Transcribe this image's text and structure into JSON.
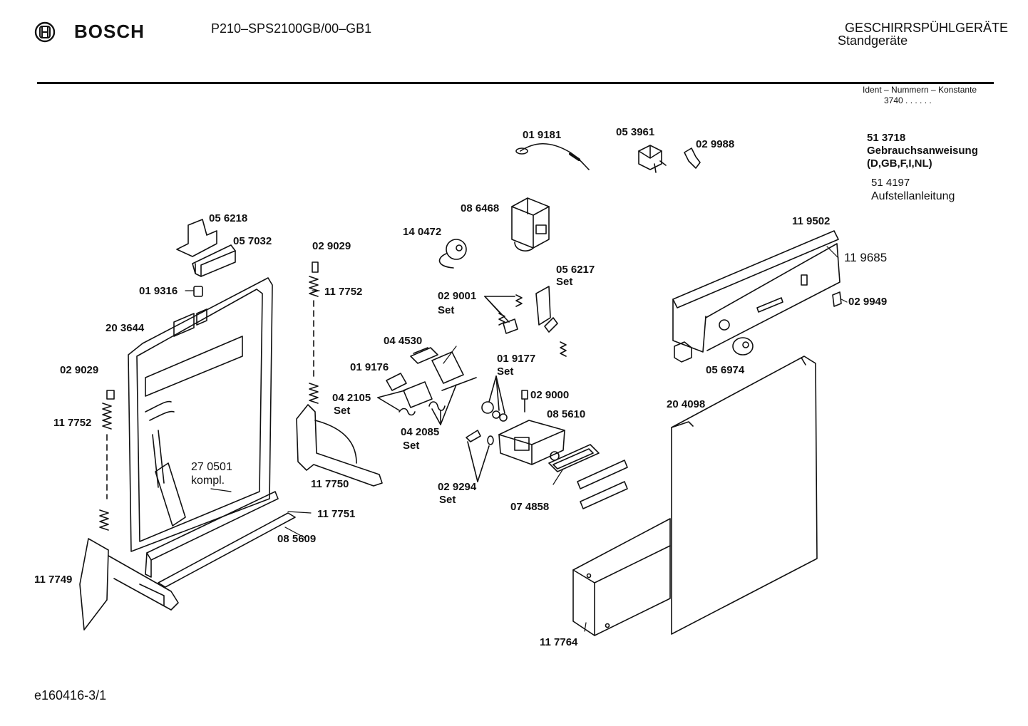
{
  "header": {
    "brand": "BOSCH",
    "model": "P210–SPS2100GB/00–GB1",
    "category_line1": "GESCHIRRSPÜHLGERÄTE",
    "category_line2": "Standgeräte",
    "ident_label": "Ident – Nummern – Konstante",
    "ident_value": "3740 . . . . . ."
  },
  "documents": {
    "manual_number": "51 3718",
    "manual_title": "Gebrauchsanweisung",
    "manual_languages": "(D,GB,F,I,NL)",
    "install_number": "51 4197",
    "install_title": "Aufstellanleitung"
  },
  "parts": [
    {
      "id": "p01",
      "number": "01 9181"
    },
    {
      "id": "p02",
      "number": "05 3961"
    },
    {
      "id": "p03",
      "number": "02 9988"
    },
    {
      "id": "p04",
      "number": "08 6468"
    },
    {
      "id": "p05",
      "number": "14 0472"
    },
    {
      "id": "p06",
      "number": "05 6218"
    },
    {
      "id": "p07",
      "number": "05 7032"
    },
    {
      "id": "p08",
      "number": "02 9029"
    },
    {
      "id": "p09",
      "number": "11 7752"
    },
    {
      "id": "p10",
      "number": "01 9316"
    },
    {
      "id": "p11",
      "number": "20 3644"
    },
    {
      "id": "p12",
      "number": "02 9029"
    },
    {
      "id": "p13",
      "number": "11 7752"
    },
    {
      "id": "p14",
      "number": "27 0501",
      "note": "kompl."
    },
    {
      "id": "p15",
      "number": "11 7750"
    },
    {
      "id": "p16",
      "number": "11 7751"
    },
    {
      "id": "p17",
      "number": "08 5609"
    },
    {
      "id": "p18",
      "number": "11 7749"
    },
    {
      "id": "p19",
      "number": "05 6217",
      "note": "Set"
    },
    {
      "id": "p20",
      "number": "02 9001",
      "note": "Set"
    },
    {
      "id": "p21",
      "number": "04 4530"
    },
    {
      "id": "p22",
      "number": "01 9176"
    },
    {
      "id": "p23",
      "number": "04 2105",
      "note": "Set"
    },
    {
      "id": "p24",
      "number": "04 2085",
      "note": "Set"
    },
    {
      "id": "p25",
      "number": "01 9177",
      "note": "Set"
    },
    {
      "id": "p26",
      "number": "02 9000"
    },
    {
      "id": "p27",
      "number": "08 5610"
    },
    {
      "id": "p28",
      "number": "02 9294",
      "note": "Set"
    },
    {
      "id": "p29",
      "number": "07 4858"
    },
    {
      "id": "p30",
      "number": "11 9502"
    },
    {
      "id": "p31",
      "number": "11 9685"
    },
    {
      "id": "p32",
      "number": "02 9949"
    },
    {
      "id": "p33",
      "number": "05 6974"
    },
    {
      "id": "p34",
      "number": "20 4098"
    },
    {
      "id": "p35",
      "number": "11 7764"
    }
  ],
  "footer": {
    "reference": "e160416-3/1"
  }
}
